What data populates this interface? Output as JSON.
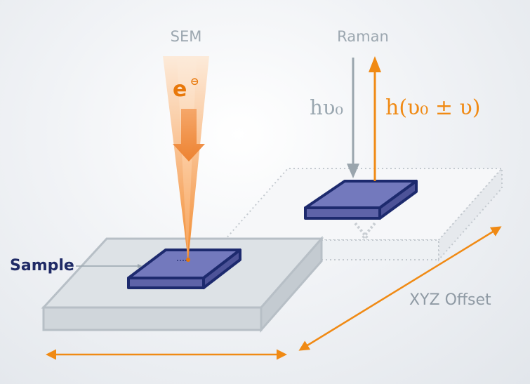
{
  "labels": {
    "sem": "SEM",
    "raman": "Raman",
    "electron": "e",
    "electron_charge": "⊖",
    "incident_photon": "hυ₀",
    "scattered_photon": "h(υ₀ ± υ)",
    "sample": "Sample",
    "offset": "XYZ Offset"
  },
  "colors": {
    "orange": "#f08a14",
    "grey_arrow": "#9aa5ad",
    "sample_fill": "#6f75b8",
    "sample_edge": "#1d2a6e",
    "label_grey": "#9ca7b0",
    "sample_label": "#1f2a66"
  }
}
